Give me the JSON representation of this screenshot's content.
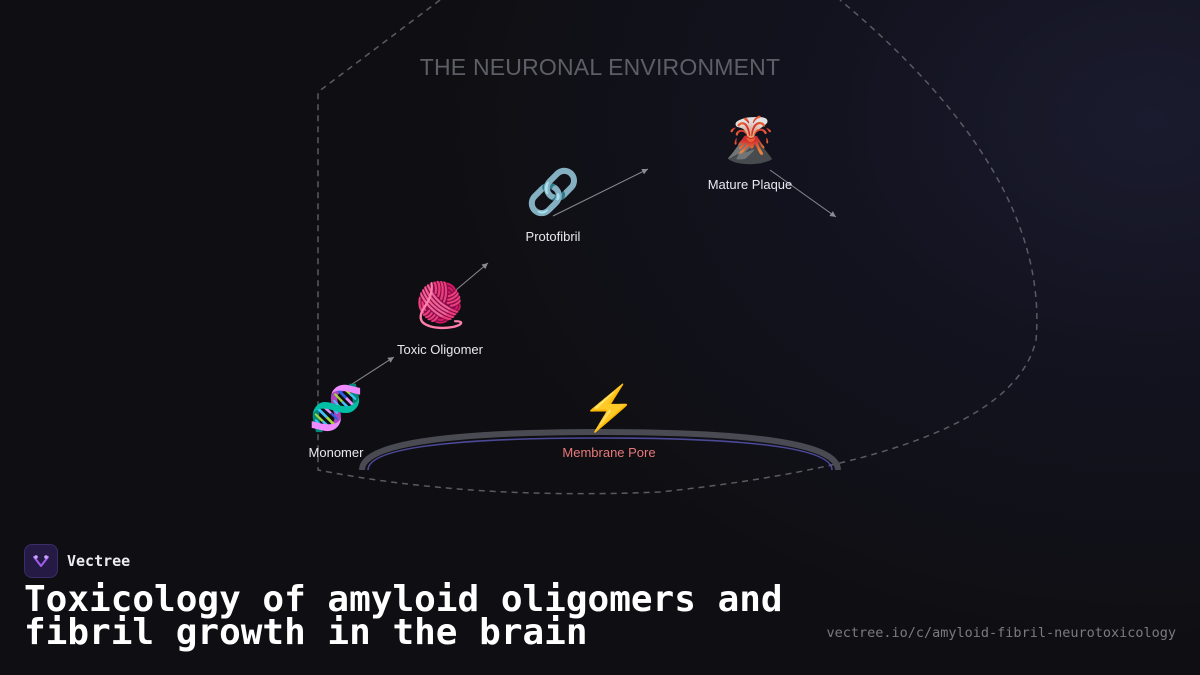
{
  "diagram": {
    "title": "THE NEURONAL ENVIRONMENT",
    "nodes": {
      "monomer": {
        "glyph": "🧬",
        "icon": "dna-icon",
        "label": "Monomer"
      },
      "oligomer": {
        "glyph": "🧶",
        "icon": "yarn-icon",
        "label": "Toxic Oligomer"
      },
      "protofibril": {
        "glyph": "🔗",
        "icon": "chain-link-icon",
        "label": "Protofibril"
      },
      "plaque": {
        "glyph": "🌋",
        "icon": "volcano-icon",
        "label": "Mature Plaque"
      },
      "pore": {
        "glyph": "⚡",
        "icon": "lightning-icon",
        "label": "Membrane Pore"
      }
    },
    "colors": {
      "boundary": "#5a5a62",
      "arrow": "#8a8a92",
      "membrane_outer": "#4a4a52",
      "membrane_inner": "#5b57b8",
      "pore_label": "#e8787a"
    }
  },
  "footer": {
    "brand": "Vectree",
    "headline": "Toxicology of amyloid oligomers and fibril growth in the brain",
    "url": "vectree.io/c/amyloid-fibril-neurotoxicology"
  }
}
